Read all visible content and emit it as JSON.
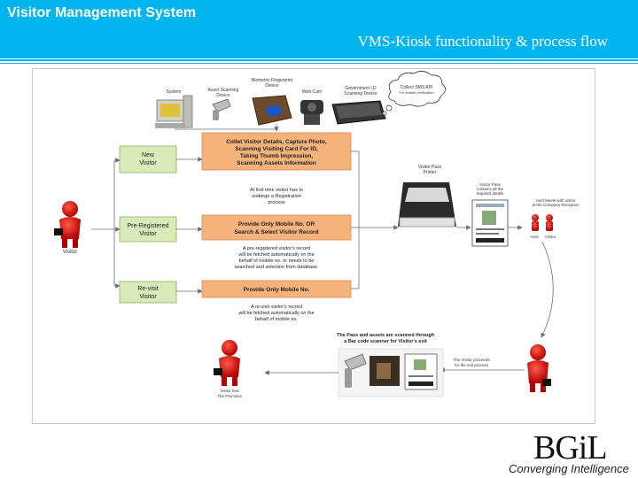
{
  "header": {
    "title": "Visitor Management System",
    "subtitle": "VMS-Kiosk functionality & process flow"
  },
  "devices": {
    "system": "System",
    "asset_scanner": [
      "Asset Scanning",
      "Device"
    ],
    "fingerprint": [
      "Biometric Fingerprint",
      "Device"
    ],
    "webcam": "Web Cam",
    "id_scanner": [
      "Government I.D",
      "Scanning Device"
    ],
    "cloud": [
      "Collect SMS API",
      "For Mobile verification"
    ]
  },
  "visitor_types": {
    "new": [
      "New",
      "Visitor"
    ],
    "preregistered": [
      "Pre-Registered",
      "Visitor"
    ],
    "revisit": [
      "Re-visit",
      "Visitor"
    ]
  },
  "visitor_label": "Visitor",
  "boxes": {
    "new": [
      "Collet Visitor Details, Capture Photo,",
      "Scanning  Visiting Card For ID,",
      "Taking Thumb Impression,",
      "Scanning Assets Information"
    ],
    "preregistered": [
      "Provide Only Mobile No. OR",
      "Search & Select Visitor Record"
    ],
    "revisit": [
      "Provide Only Mobile No."
    ]
  },
  "notes": {
    "new": [
      "At first time visitor has to",
      "undergo a Registration",
      "process"
    ],
    "preregistered": [
      "A pre-registered visitor's record",
      "will be fetched automatically on the",
      "behalf of mobile no. or needs to be",
      "searched and selection from database."
    ],
    "revisit": [
      "A re-visit visitor's record",
      "will be fetched automatically on the",
      "behalf of mobile no."
    ],
    "scan": [
      "The Pass and assets are scanned through",
      "a Bar code scanner for Visitor's exit"
    ],
    "exit_process": [
      "The Visitor proceeds",
      "for the exit process"
    ]
  },
  "pass_printer": [
    "Visitor Pass",
    "Printer"
  ],
  "pass_label": [
    "Visitor Pass",
    "contains all the",
    "required details"
  ],
  "host_meet": [
    "Host Meets with visitor",
    "at the Company Reception"
  ],
  "host_labels": {
    "host": "Host",
    "visitor": "Visitor"
  },
  "exit_label": [
    "Visitor Exit",
    "The Premises"
  ],
  "logo": {
    "name": "BGiL",
    "tagline": "Converging Intelligence"
  },
  "colors": {
    "header": "#00b4ee",
    "process_box": "#f6b27b",
    "type_box": "#d8ebb8",
    "arrow": "#6f6f6f"
  }
}
